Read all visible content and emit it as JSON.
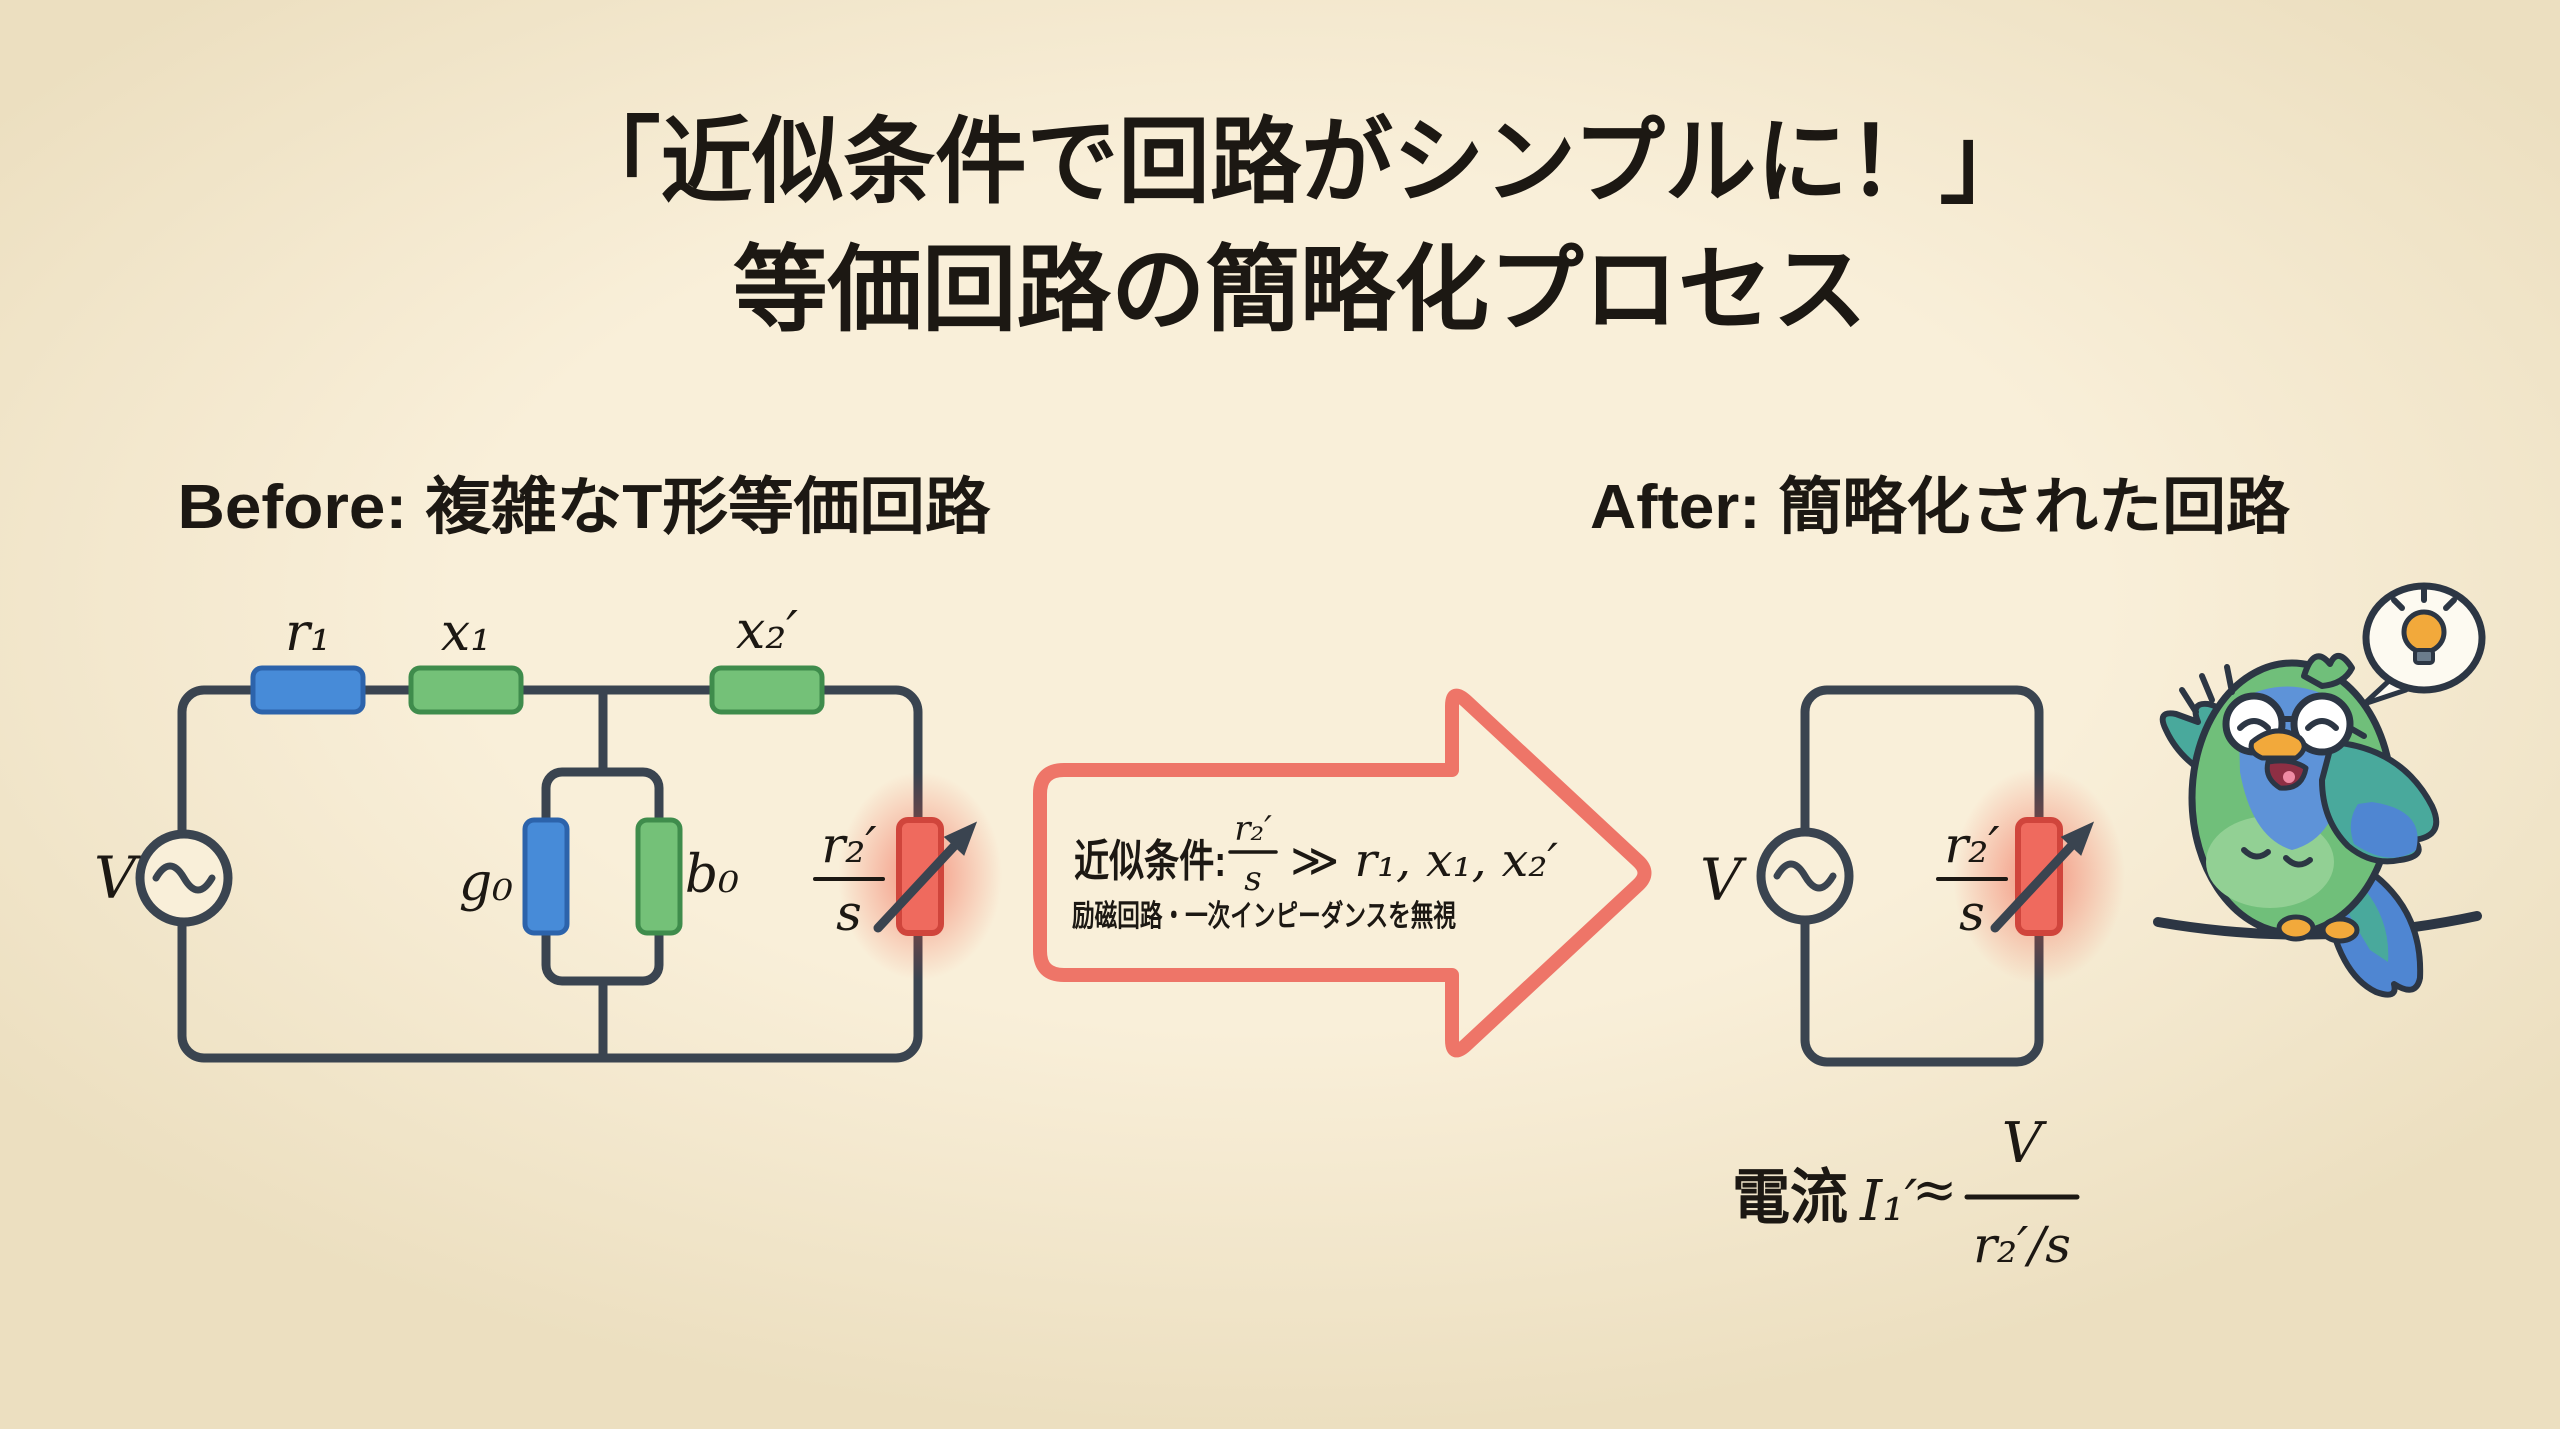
{
  "palette": {
    "bg": "#f9efd9",
    "bg_edge": "#ecdfc0",
    "ink": "#1c1813",
    "wire": "#3a4450",
    "blue": "#478bd8",
    "blue_dk": "#2c63ab",
    "green": "#74c178",
    "green_dk": "#3f8c4c",
    "red": "#ef6a5e",
    "red_dk": "#d0453c",
    "glow": "rgba(240,72,52,0.55)",
    "arrow": "#ee7568",
    "outline": "#2c3644",
    "bird_green": "#70bf7a",
    "bird_belly": "#92d094",
    "bird_face_blue": "#5e93d8",
    "bird_teal": "#49a99c",
    "bird_feather_blue": "#4f86d2",
    "beak_orange": "#f2a93b",
    "bubble": "#fdfaf1"
  },
  "title": {
    "line1": "「近似条件で回路がシンプルに！」",
    "line2": "等価回路の簡略化プロセス"
  },
  "before": {
    "heading": "Before: 複雑なT形等価回路",
    "source_label": "V",
    "r1_label": "r₁",
    "x1_label": "x₁",
    "x2_label": "x₂′",
    "g0_label": "g₀",
    "b0_label": "b₀",
    "load_num": "r₂′",
    "load_den": "s"
  },
  "transform_arrow": {
    "condition_prefix": "近似条件:",
    "frac_num": "r₂′",
    "frac_den": "s",
    "relation_rhs": "≫ r₁, x₁, x₂′",
    "note": "励磁回路・一次インピーダンスを無視"
  },
  "after": {
    "heading": "After: 簡略化された回路",
    "source_label": "V",
    "load_num": "r₂′",
    "load_den": "s"
  },
  "formula": {
    "prefix": "電流",
    "current": "I₁′",
    "approx": "≈",
    "num": "V",
    "den": "r₂′/s"
  }
}
